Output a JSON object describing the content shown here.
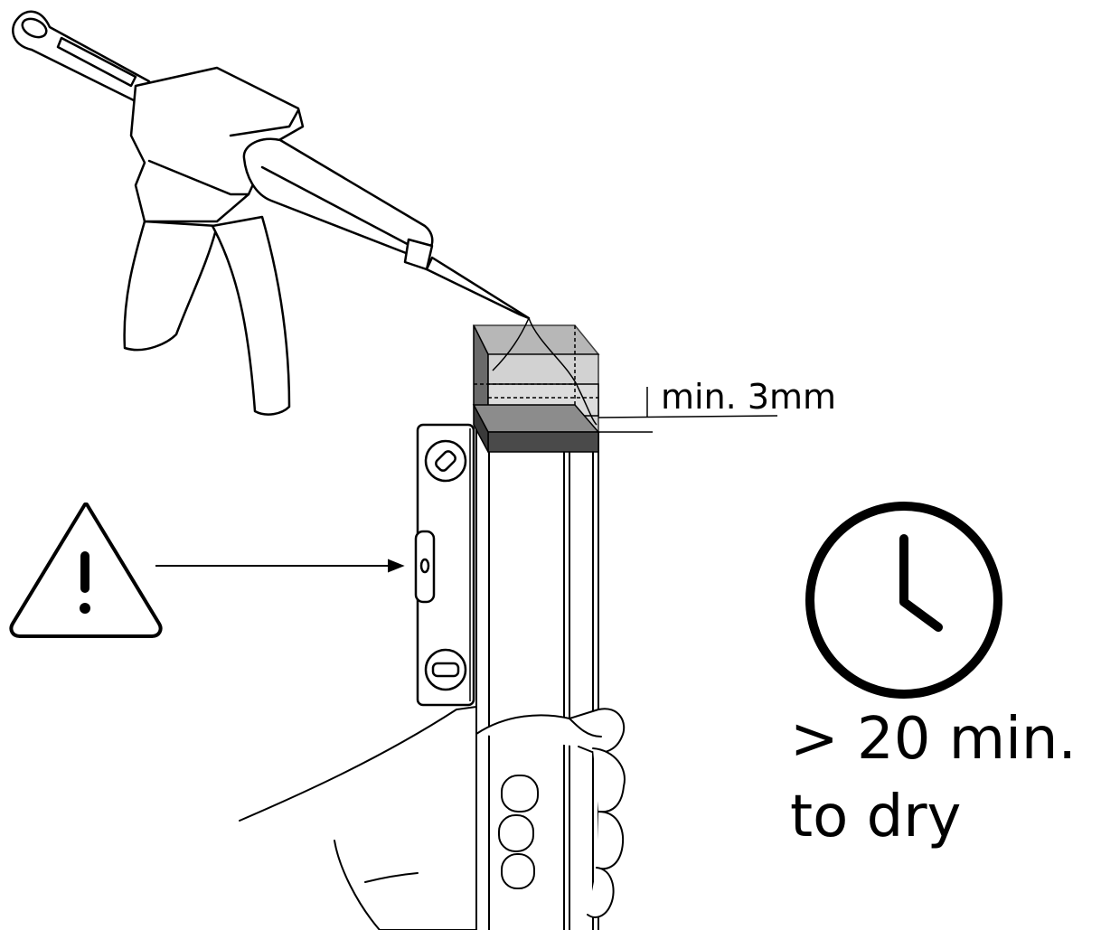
{
  "labels": {
    "min_depth": "min. 3mm",
    "drying_time": "> 20 min.",
    "drying_note": "to dry"
  },
  "colors": {
    "stroke": "#000000",
    "background": "#ffffff",
    "block_dark": "#4a4a4a",
    "block_mid": "#8c8c8c",
    "block_light": "#c8c8c8"
  },
  "icons": [
    "adhesive-gun-icon",
    "warning-icon",
    "spirit-level-icon",
    "clock-icon",
    "hand-icon"
  ]
}
